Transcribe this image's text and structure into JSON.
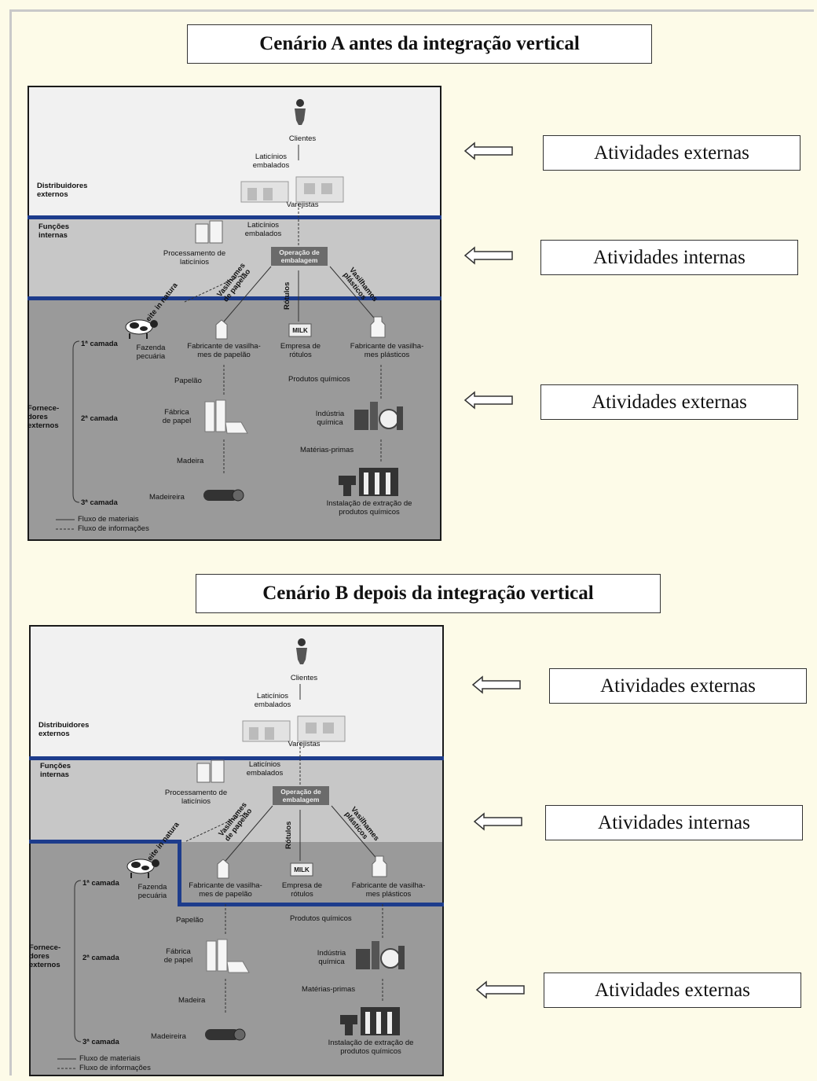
{
  "scenario_a": {
    "title": "Cenário A antes da integração vertical",
    "activities": [
      "Atividades externas",
      "Atividades internas",
      "Atividades externas"
    ]
  },
  "scenario_b": {
    "title": "Cenário B depois da integração vertical",
    "activities": [
      "Atividades externas",
      "Atividades internas",
      "Atividades externas"
    ]
  },
  "diagram": {
    "clientes": "Clientes",
    "laticinios_embalados_1": "Laticínios\nembalados",
    "distribuidores": "Distribuidores\nexternos",
    "varejistas": "Varejistas",
    "funcoes_internas": "Funções\ninternas",
    "laticinios_embalados_2": "Laticínios\nembalados",
    "processamento": "Processamento de\nlaticínios",
    "operacao": "Operação de\nembalagem",
    "leite": "Leite in natura",
    "vasilhames_papelao": "Vasilhames\nde papelão",
    "rotulos": "Rótulos",
    "vasilhames_plasticos": "Vasilhames\nplásticos",
    "camada1": "1ª camada",
    "fazenda": "Fazenda\npecuária",
    "fab_papelao": "Fabricante de vasilha-\nmes de papelão",
    "empresa_rotulos": "Empresa de\nrótulos",
    "fab_plasticos": "Fabricante de vasilha-\nmes plásticos",
    "papelao": "Papelão",
    "produtos_quimicos": "Produtos químicos",
    "fornecedores": "Fornece-\ndores\nexternos",
    "camada2": "2ª camada",
    "fabrica_papel": "Fábrica\nde papel",
    "industria_quimica": "Indústria\nquímica",
    "materias_primas": "Matérias-primas",
    "madeira": "Madeira",
    "camada3": "3ª camada",
    "madeireira": "Madeireira",
    "instalacao": "Instalação de extração de\nprodutos químicos",
    "fluxo_materiais": "Fluxo de materiais",
    "fluxo_informacoes": "Fluxo de informações",
    "milk": "MILK"
  }
}
